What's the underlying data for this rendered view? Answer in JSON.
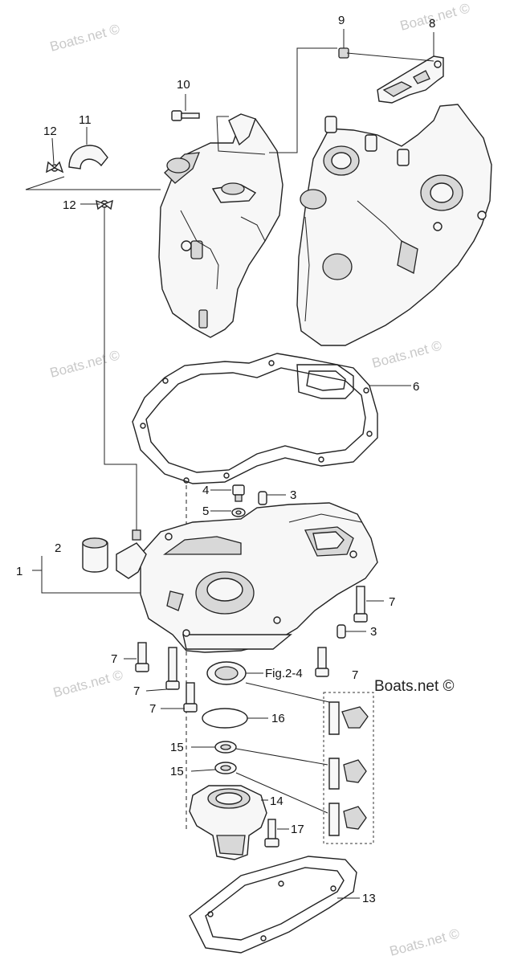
{
  "watermark": {
    "text": "Boats.net ©",
    "prominent_text": "Boats.net ©"
  },
  "callouts": {
    "c1": "1",
    "c2": "2",
    "c3a": "3",
    "c3b": "3",
    "c4": "4",
    "c5": "5",
    "c6": "6",
    "c7a": "7",
    "c7b": "7",
    "c7c": "7",
    "c7d": "7",
    "c7e": "7",
    "c8": "8",
    "c9": "9",
    "c10": "10",
    "c11": "11",
    "c12a": "12",
    "c12b": "12",
    "c13": "13",
    "c14": "14",
    "c15a": "15",
    "c15b": "15",
    "c16": "16",
    "c17": "17",
    "fig_ref": "Fig.2-4"
  },
  "colors": {
    "line": "#222222",
    "watermark": "#c9c9c9",
    "fill": "#f7f7f7"
  }
}
